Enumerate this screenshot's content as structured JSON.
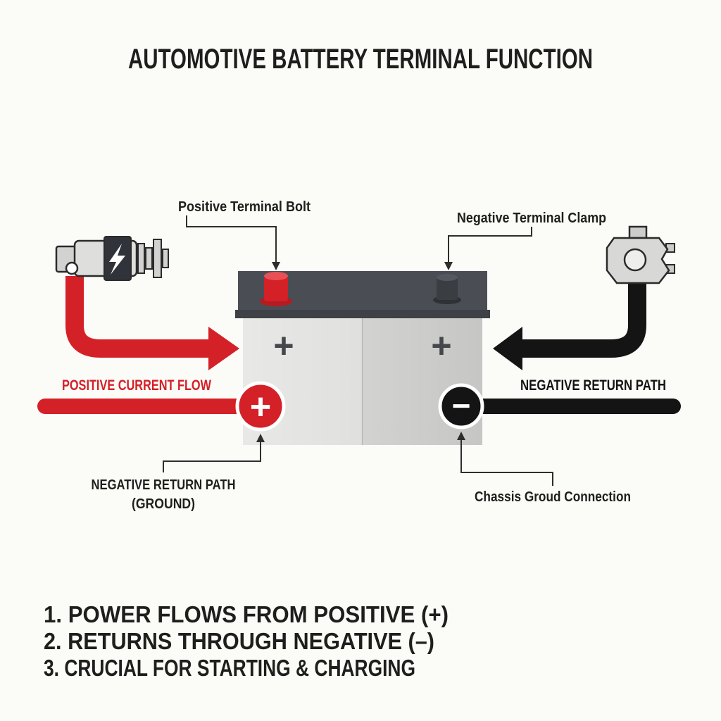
{
  "title": "AUTOMOTIVE BATTERY TERMINAL FUNCTION",
  "callouts": {
    "positive_terminal_bolt": "Positive Terminal Bolt",
    "negative_terminal_clamp": "Negative Terminal Clamp",
    "ground_line1": "NEGATIVE RETURN PATH",
    "ground_line2": "(GROUND)",
    "chassis_ground": "Chassis Groud Connection"
  },
  "flows": {
    "positive": "POSITIVE CURRENT FLOW",
    "negative": "NEGATIVE RETURN PATH"
  },
  "battery": {
    "left_cell_plus": "+",
    "right_cell_plus": "+",
    "positive_terminal_symbol": "+",
    "negative_terminal_symbol": "−"
  },
  "notes": [
    "1. POWER FLOWS FROM POSITIVE (+)",
    "2. RETURNS THROUGH NEGATIVE (–)",
    "3. CRUCIAL FOR STARTING & CHARGING"
  ],
  "colors": {
    "positive_red": "#d42027",
    "negative_black": "#141414",
    "battery_lid": "#4a4e54",
    "battery_body_light": "#e6e6e4",
    "battery_body_dark": "#c6c6c4",
    "background": "#fbfbf8"
  }
}
